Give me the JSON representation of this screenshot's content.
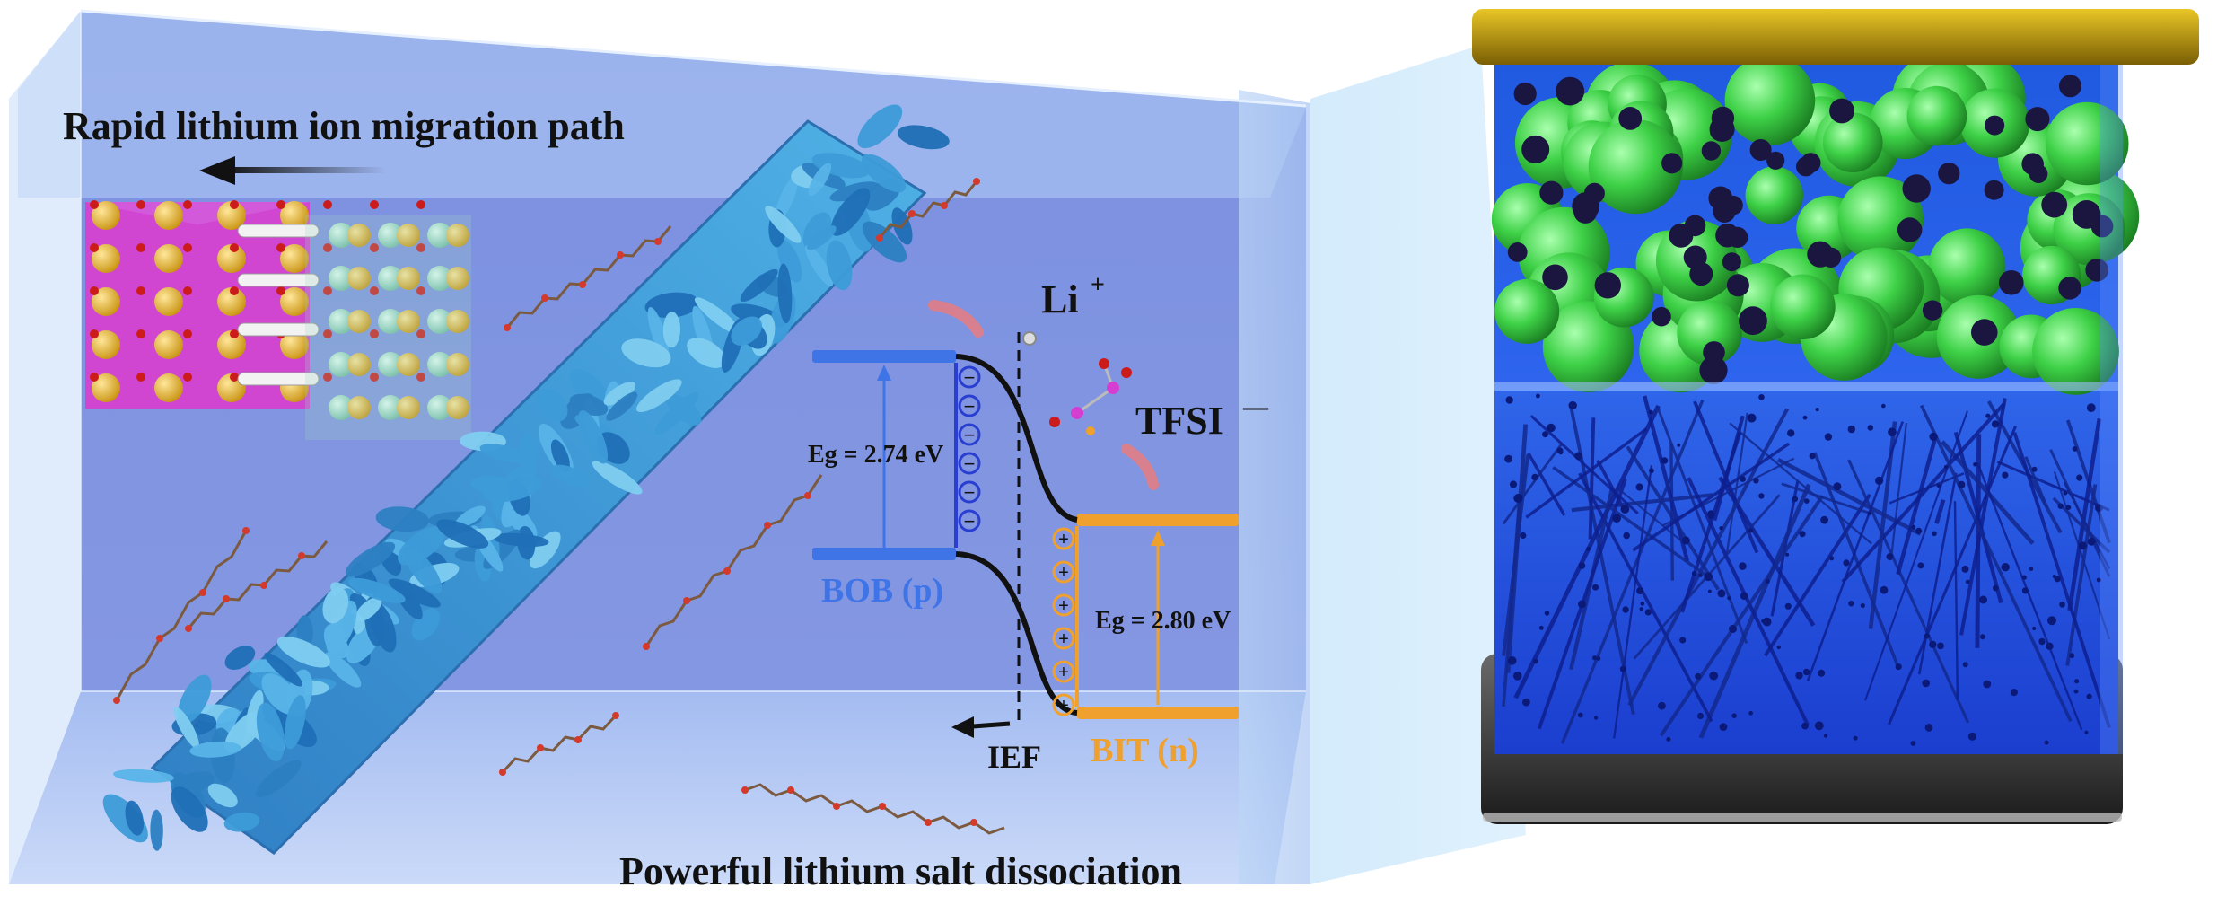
{
  "titles": {
    "top": "Rapid lithium ion migration path",
    "bottom": "Powerful lithium salt dissociation"
  },
  "ions": {
    "li_base": "Li",
    "li_sup": "+",
    "tfsi_base": "TFSI",
    "tfsi_sup": "—"
  },
  "band": {
    "bob_gap": "Eg = 2.74 eV",
    "bit_gap": "Eg = 2.80 eV",
    "bob_label": "BOB (p)",
    "bit_label": "BIT (n)",
    "ief_label": "IEF",
    "minus_sign": "−",
    "plus_sign": "+",
    "minus_count": 6,
    "plus_count": 6
  },
  "colors": {
    "bob_blue": "#3f74e6",
    "bit_orange": "#f0a02c",
    "box_blue": "#8fa6ec",
    "green_sphere": "#42d24a",
    "gold_cap": "#c9a20c",
    "fiber_blue": "#3d9bd8",
    "magenta": "#d63ed1"
  }
}
